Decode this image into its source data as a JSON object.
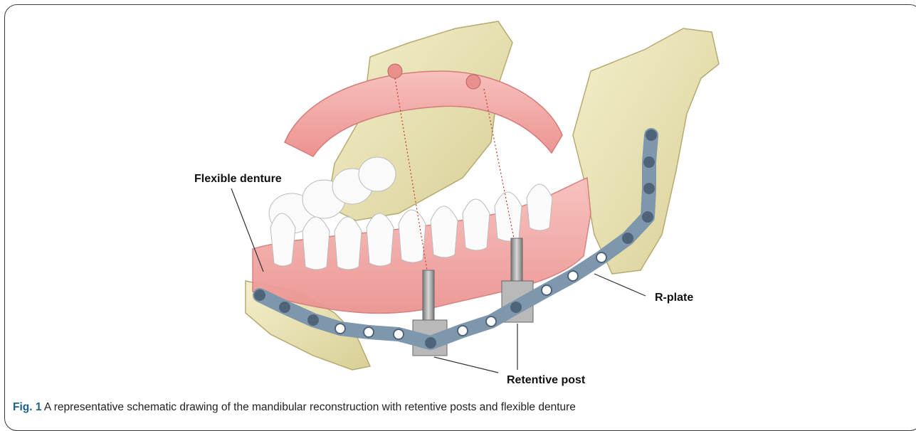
{
  "figure": {
    "labels": {
      "flexible_denture": "Flexible denture",
      "r_plate": "R-plate",
      "retentive_post": "Retentive post"
    },
    "caption": {
      "number": "Fig. 1",
      "text": " A representative schematic drawing of the mandibular reconstruction with retentive posts and flexible denture"
    }
  },
  "colors": {
    "bone": "#ece5b5",
    "gum": "#f2a9a6",
    "plate": "#7e97ad",
    "post": "#9c9c9c",
    "caption_accent": "#1f5f8b"
  }
}
